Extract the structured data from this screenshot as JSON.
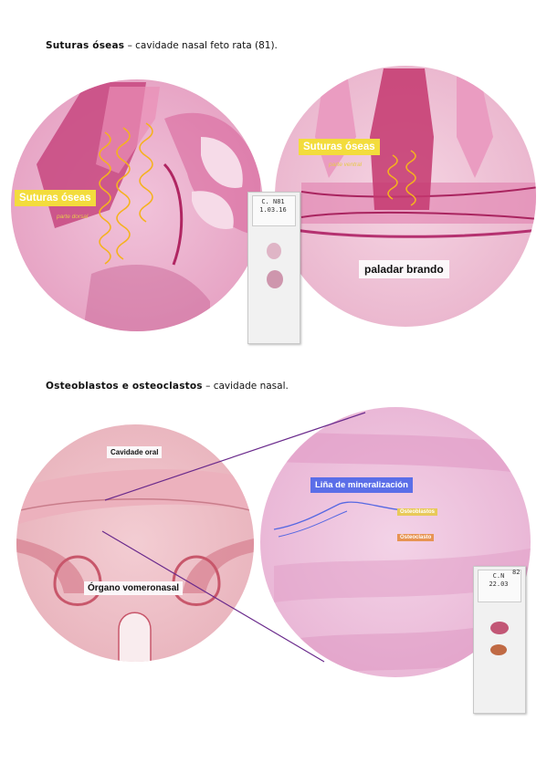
{
  "section1": {
    "title_bold": "Suturas óseas",
    "title_rest": " – cavidade nasal feto rata (81).",
    "left_image": {
      "label": "Suturas óseas",
      "sublabel": "parte dorsal"
    },
    "right_image": {
      "label": "Suturas óseas",
      "sublabel": "parte ventral",
      "label2": "paladar brando"
    },
    "slide_label": [
      "C. N81",
      "1.03.16"
    ]
  },
  "section2": {
    "title_bold": "Osteoblastos e osteoclastos",
    "title_rest": " – cavidade nasal.",
    "left_image": {
      "label_top": "Cavidade oral",
      "label_bottom": "Órgano vomeronasal"
    },
    "right_image": {
      "label_main": "Liña de mineralización",
      "label_osteoblasts": "Osteoblastos",
      "label_osteoclasts": "Osteoclasto"
    },
    "slide_label": [
      "C.N",
      "22.03"
    ],
    "slide_number": "82"
  },
  "colors": {
    "tissue_pink": "#e9a0c2",
    "tissue_light": "#f2c9dc",
    "suture_outline": "#f5b21e",
    "line_purple": "#6a2a8c",
    "mineral_line_blue": "#5668e2"
  }
}
